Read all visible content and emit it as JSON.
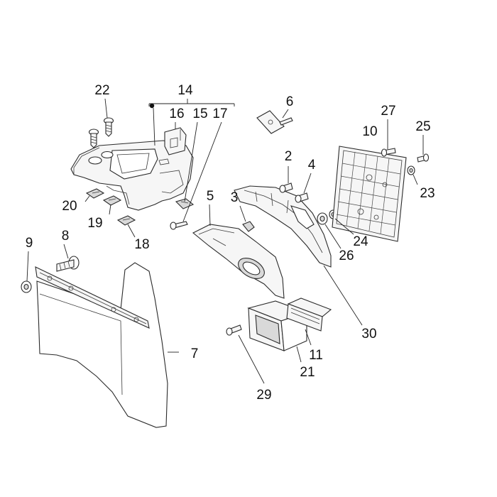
{
  "labels": {
    "l2": "2",
    "l3": "3",
    "l4": "4",
    "l5": "5",
    "l6": "6",
    "l7": "7",
    "l8": "8",
    "l9": "9",
    "l10": "10",
    "l11": "11",
    "l14": "14",
    "l15": "15",
    "l16": "16",
    "l17": "17",
    "l18": "18",
    "l19": "19",
    "l20": "20",
    "l21": "21",
    "l22": "22",
    "l23": "23",
    "l24": "24",
    "l25": "25",
    "l26": "26",
    "l27": "27",
    "l29": "29",
    "l30": "30"
  }
}
